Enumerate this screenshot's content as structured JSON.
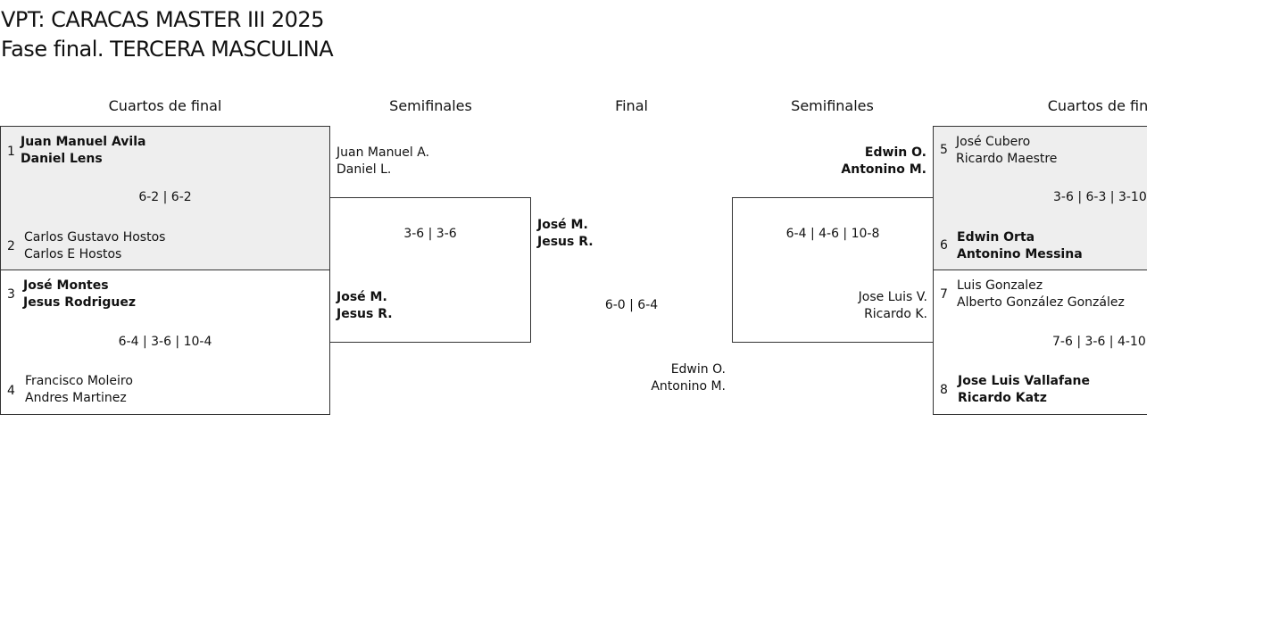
{
  "title": "VPT: CARACAS MASTER III 2025",
  "subtitle": "Fase final. TERCERA MASCULINA",
  "headers": {
    "qf_left": "Cuartos de final",
    "sf_left": "Semifinales",
    "final": "Final",
    "sf_right": "Semifinales",
    "qf_right": "Cuartos de fin"
  },
  "qf_left": [
    {
      "seed1": "1",
      "team1": [
        "Juan Manuel Avila",
        "Daniel Lens"
      ],
      "score": "6-2 | 6-2",
      "seed2": "2",
      "team2": [
        "Carlos Gustavo Hostos",
        "Carlos E Hostos"
      ]
    },
    {
      "seed1": "3",
      "team1": [
        "José Montes",
        "Jesus Rodriguez"
      ],
      "score": "6-4 | 3-6 | 10-4",
      "seed2": "4",
      "team2": [
        "Francisco Moleiro",
        "Andres Martinez"
      ]
    }
  ],
  "sf_left": {
    "team1": [
      "Juan Manuel A.",
      "Daniel L."
    ],
    "score": "3-6 | 3-6",
    "team2": [
      "José M.",
      "Jesus R."
    ]
  },
  "final": {
    "team1": [
      "José M.",
      "Jesus R."
    ],
    "score": "6-0 | 6-4",
    "team2": [
      "Edwin O.",
      "Antonino M."
    ]
  },
  "sf_right": {
    "team1": [
      "Edwin O.",
      "Antonino M."
    ],
    "score": "6-4 | 4-6 | 10-8",
    "team2": [
      "Jose Luis V.",
      "Ricardo K."
    ]
  },
  "qf_right": [
    {
      "seed1": "5",
      "team1": [
        "José Cubero",
        "Ricardo Maestre"
      ],
      "score": "3-6 | 6-3 | 3-10",
      "seed2": "6",
      "team2": [
        "Edwin Orta",
        "Antonino Messina"
      ]
    },
    {
      "seed1": "7",
      "team1": [
        "Luis Gonzalez",
        "Alberto González González"
      ],
      "score": "7-6 | 3-6 | 4-10",
      "seed2": "8",
      "team2": [
        "Jose Luis Vallafane",
        "Ricardo Katz"
      ]
    }
  ]
}
